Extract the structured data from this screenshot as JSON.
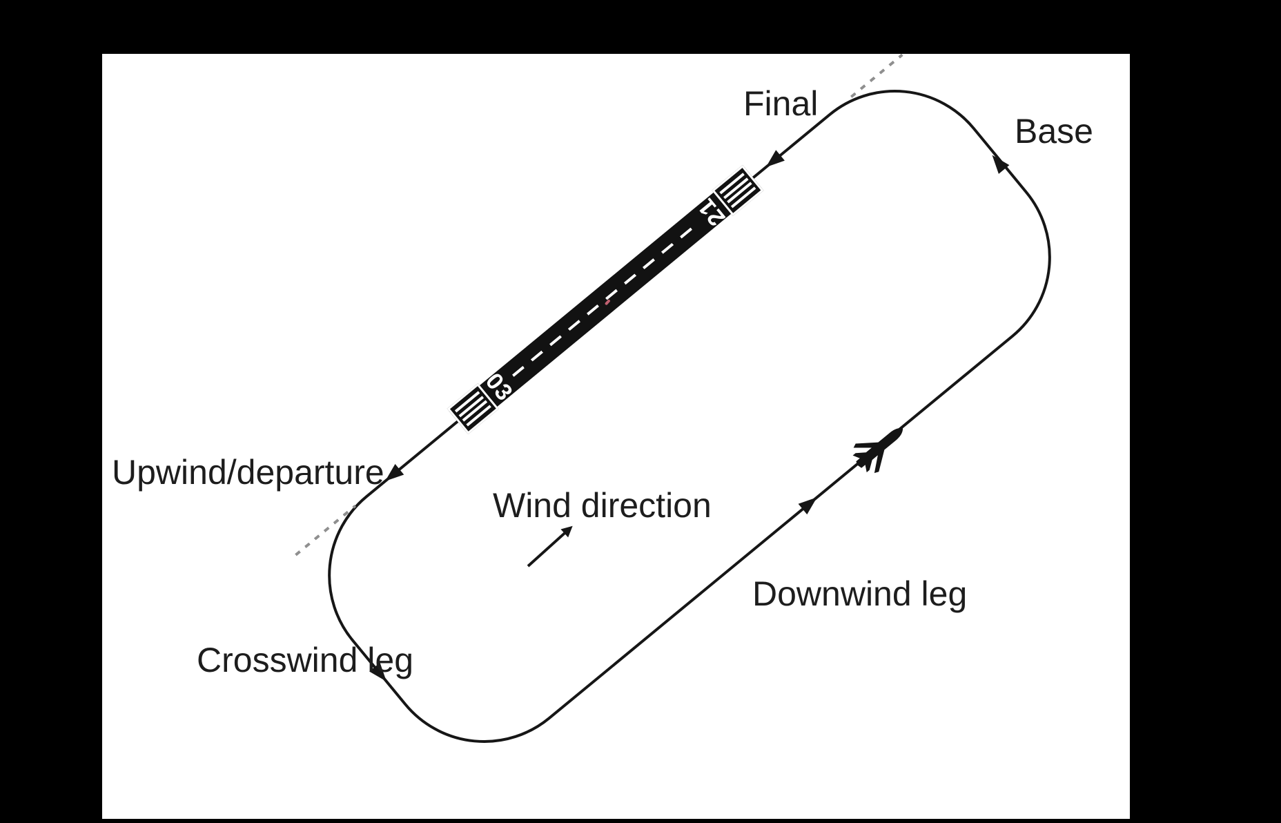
{
  "diagram": {
    "type": "airport-traffic-pattern",
    "labels": {
      "final": "Final",
      "base": "Base",
      "upwind": "Upwind/departure",
      "crosswind": "Crosswind leg",
      "downwind": "Downwind leg",
      "wind_direction": "Wind direction"
    },
    "runway": {
      "number_low_end": "03",
      "number_high_end": "21"
    },
    "colors": {
      "page_background": "#000000",
      "canvas_background": "#ffffff",
      "line": "#161616",
      "runway_fill": "#121212",
      "runway_marking": "#ffffff",
      "extended_centerline_dotted": "#8f8f8f",
      "label_text": "#1d1d1d",
      "runway_spot_mark": "#c06070"
    }
  }
}
